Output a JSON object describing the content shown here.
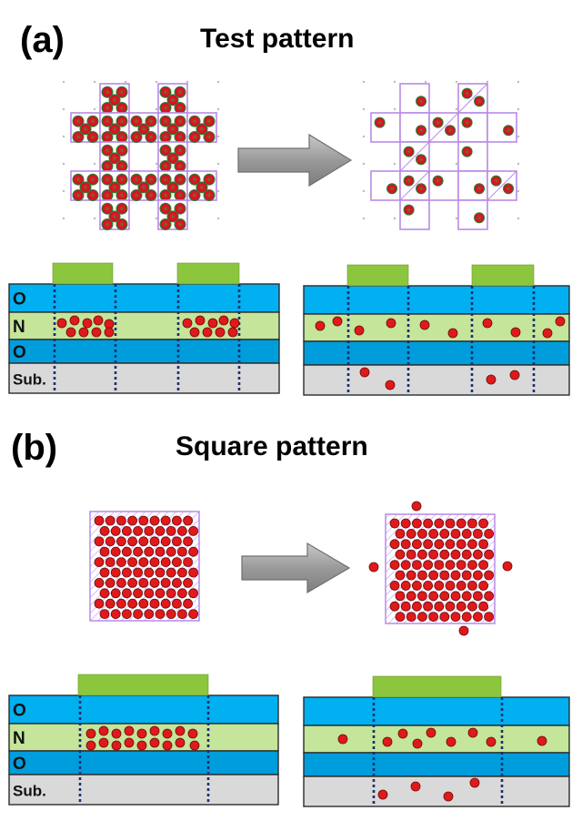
{
  "panel_a": {
    "label": "(a)",
    "title": "Test pattern"
  },
  "panel_b": {
    "label": "(b)",
    "title": "Square pattern"
  },
  "stack_layers": {
    "top_oxide": "O",
    "nitride": "N",
    "bottom_oxide": "O",
    "substrate": "Sub."
  },
  "colors": {
    "oxide_top": "#00B0F0",
    "nitride": "#C4E59A",
    "oxide_bottom": "#009DDC",
    "substrate": "#D9D9D9",
    "gate": "#8CC63F",
    "charge_dot": "#E0191B",
    "charge_dot_core": "#2E7D2E",
    "pattern_outline": "#B98AE8",
    "arrow_fill": "#9A9A9A",
    "guide_line": "#1F2E6E"
  }
}
